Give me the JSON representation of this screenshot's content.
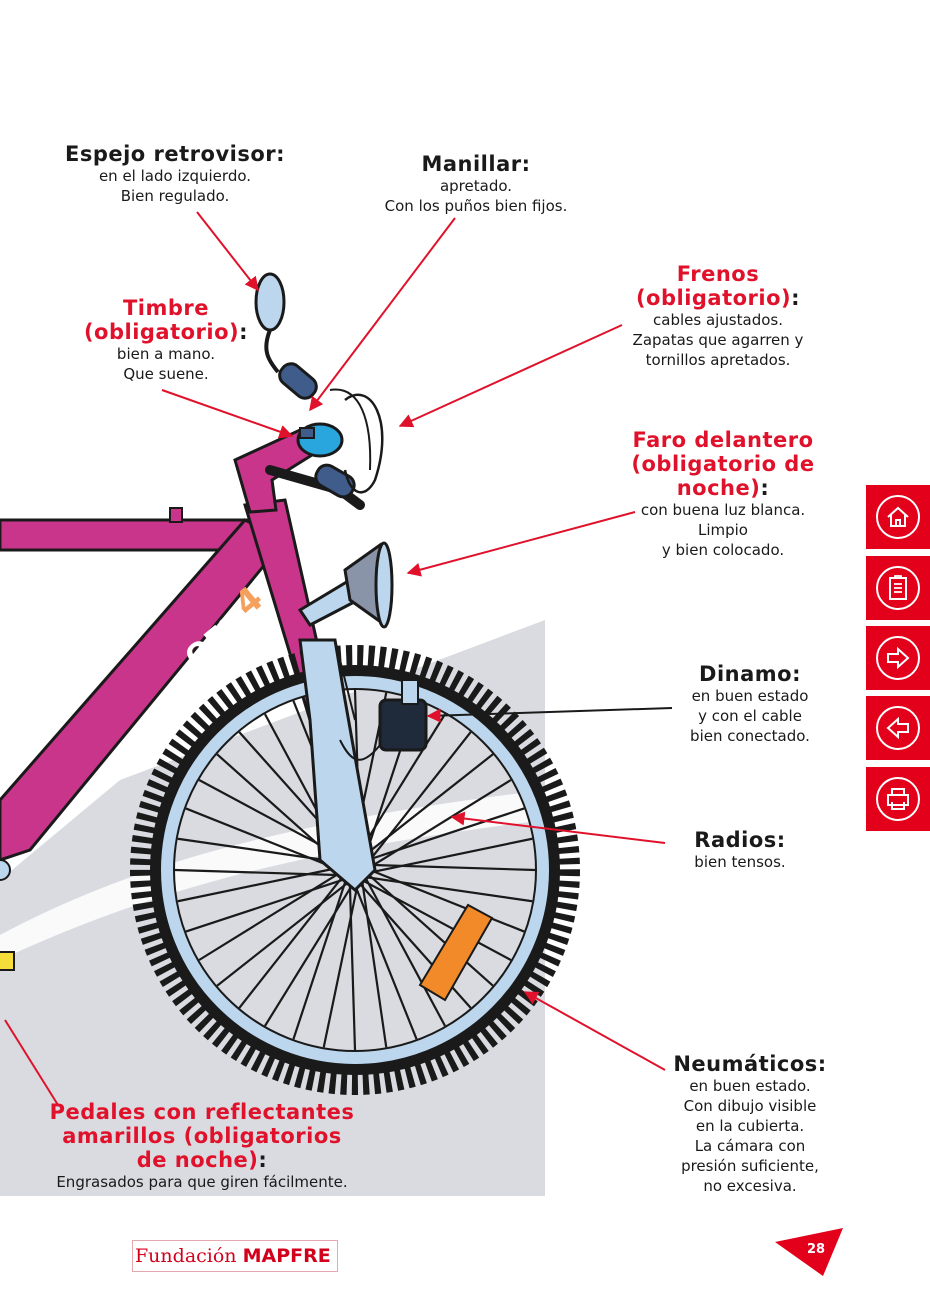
{
  "labels": {
    "espejo": {
      "title": "Espejo retrovisor:",
      "desc": "en el lado izquierdo.\nBien regulado."
    },
    "manillar": {
      "title": "Manillar:",
      "desc": "apretado.\nCon los puños bien fijos."
    },
    "timbre": {
      "title_red": "Timbre\n(obligatorio)",
      "title_tail": ":",
      "desc": "bien a mano.\nQue suene."
    },
    "frenos": {
      "title_red": "Frenos\n(obligatorio)",
      "title_tail": ":",
      "desc": "cables ajustados.\nZapatas que agarren y\ntornillos apretados."
    },
    "faro": {
      "title_red": "Faro delantero\n(obligatorio de noche)",
      "title_tail": ":",
      "desc": "con buena luz blanca.\nLimpio\ny bien colocado."
    },
    "dinamo": {
      "title": "Dinamo:",
      "desc": "en buen estado\ny con el cable\nbien conectado."
    },
    "radios": {
      "title": "Radios:",
      "desc": "bien tensos."
    },
    "neumaticos": {
      "title": "Neumáticos:",
      "desc": "en buen estado.\nCon dibujo visible\nen la cubierta.\nLa cámara con\npresión suficiente,\nno excesiva."
    },
    "pedales": {
      "title_red": "Pedales con reflectantes\namarillos (obligatorios\nde noche)",
      "title_tail": ":",
      "desc": "Engrasados para que giren fácilmente."
    }
  },
  "bike": {
    "brand_text": "OFF",
    "brand_number": "4",
    "frame_color": "#c9358a",
    "accent_color": "#f4a15e"
  },
  "nav": [
    {
      "name": "home-icon"
    },
    {
      "name": "index-icon"
    },
    {
      "name": "next-icon"
    },
    {
      "name": "previous-icon"
    },
    {
      "name": "print-icon"
    }
  ],
  "footer": {
    "brand_light": "Fundación",
    "brand_bold": "MAPFRE",
    "page_number": "28"
  },
  "colors": {
    "accent": "#e3001b",
    "arrow": "#e0122b"
  }
}
